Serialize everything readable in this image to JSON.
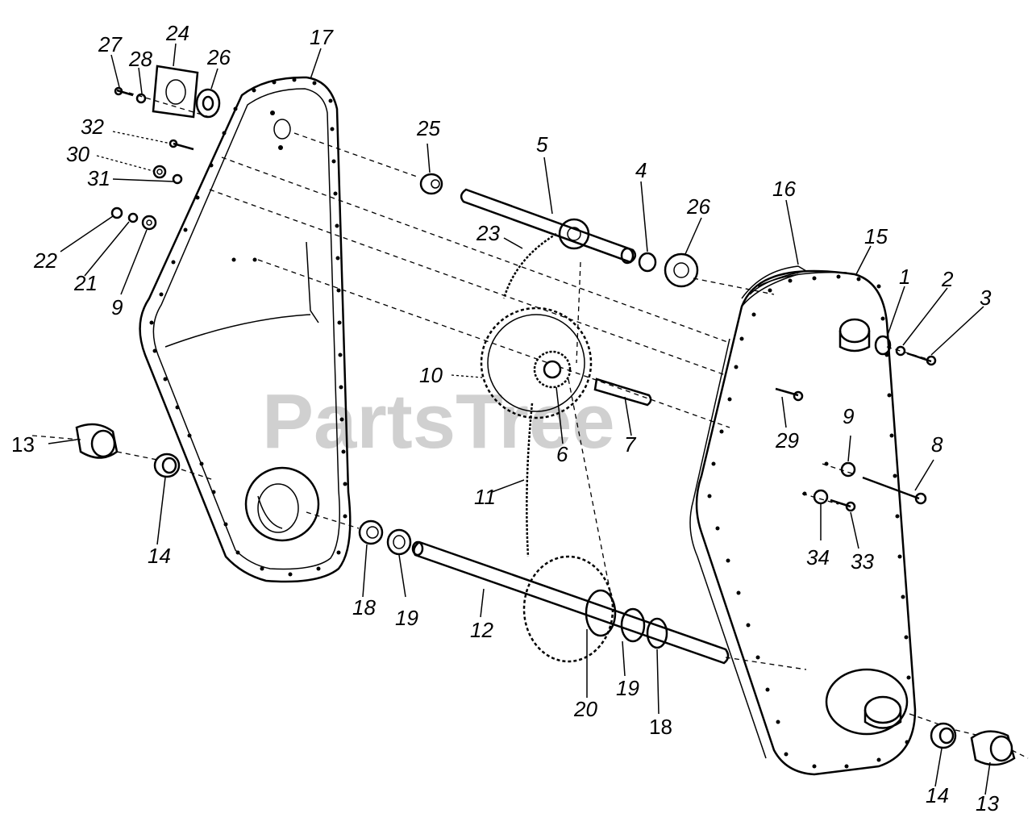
{
  "watermark": "PartsTree",
  "callouts": {
    "c1": "1",
    "c2": "2",
    "c3": "3",
    "c4": "4",
    "c5": "5",
    "c6": "6",
    "c7": "7",
    "c8": "8",
    "c9a": "9",
    "c9b": "9",
    "c10": "10",
    "c11": "11",
    "c12": "12",
    "c13a": "13",
    "c13b": "13",
    "c14a": "14",
    "c14b": "14",
    "c15": "15",
    "c16": "16",
    "c17": "17",
    "c18a": "18",
    "c18b": "18",
    "c19a": "19",
    "c19b": "19",
    "c20": "20",
    "c21": "21",
    "c22": "22",
    "c23": "23",
    "c24": "24",
    "c25": "25",
    "c26a": "26",
    "c26b": "26",
    "c27": "27",
    "c28": "28",
    "c29": "29",
    "c30": "30",
    "c31": "31",
    "c32": "32",
    "c33": "33",
    "c34": "34"
  }
}
